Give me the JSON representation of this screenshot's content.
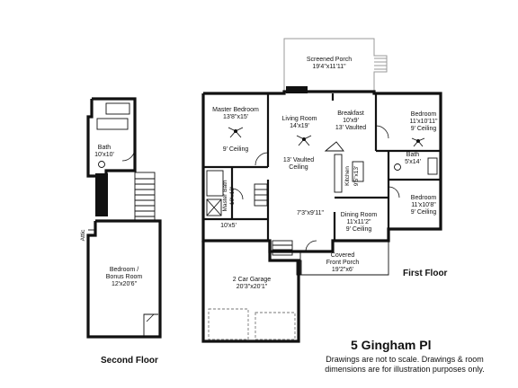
{
  "rooms": {
    "screened_porch": {
      "name": "Screened Porch",
      "dims": "19'4\"x11'11\""
    },
    "master_bedroom": {
      "name": "Master Bedroom",
      "dims": "13'8\"x15'",
      "ceiling": "9' Ceiling"
    },
    "living_room": {
      "name": "Living Room",
      "dims": "14'x19'",
      "ceiling": "13' Vaulted",
      "ceiling2": "Ceiling"
    },
    "breakfast": {
      "name": "Breakfast",
      "dims": "10'x9'",
      "ceiling": "13' Vaulted"
    },
    "bedroom_1": {
      "name": "Bedroom",
      "dims": "11'x10'11\"",
      "ceiling": "9' Ceiling"
    },
    "bath_main": {
      "name": "Bath",
      "dims": "5'x14'"
    },
    "bedroom_2": {
      "name": "Bedroom",
      "dims": "11'x10'8\"",
      "ceiling": "9' Ceiling"
    },
    "kitchen": {
      "name": "Kitchen",
      "dims": "9'5\"x13'"
    },
    "master_bath": {
      "name": "Master Bath",
      "dims": "10'x12'"
    },
    "closet": {
      "dims": "10'x5'"
    },
    "foyer": {
      "dims": "7'3\"x9'11\""
    },
    "dining_room": {
      "name": "Dining Room",
      "dims": "11'x11'2\"",
      "ceiling": "9' Ceiling"
    },
    "covered_porch": {
      "name": "Covered",
      "name2": "Front Porch",
      "dims": "19'2\"x6'"
    },
    "garage": {
      "name": "2 Car Garage",
      "dims": "20'3\"x20'1\""
    },
    "upstairs_bath": {
      "name": "Bath",
      "dims": "10'x10'"
    },
    "bonus_room": {
      "name": "Bedroom /",
      "name2": "Bonus Room",
      "dims": "12'x20'6\""
    },
    "attic": {
      "name": "Attic"
    }
  },
  "labels": {
    "first_floor": "First Floor",
    "second_floor": "Second Floor",
    "address": "5 Gingham Pl",
    "disclaimer_line1": "Drawings are not to scale. Drawings & room",
    "disclaimer_line2": "dimensions are for illustration purposes only."
  }
}
